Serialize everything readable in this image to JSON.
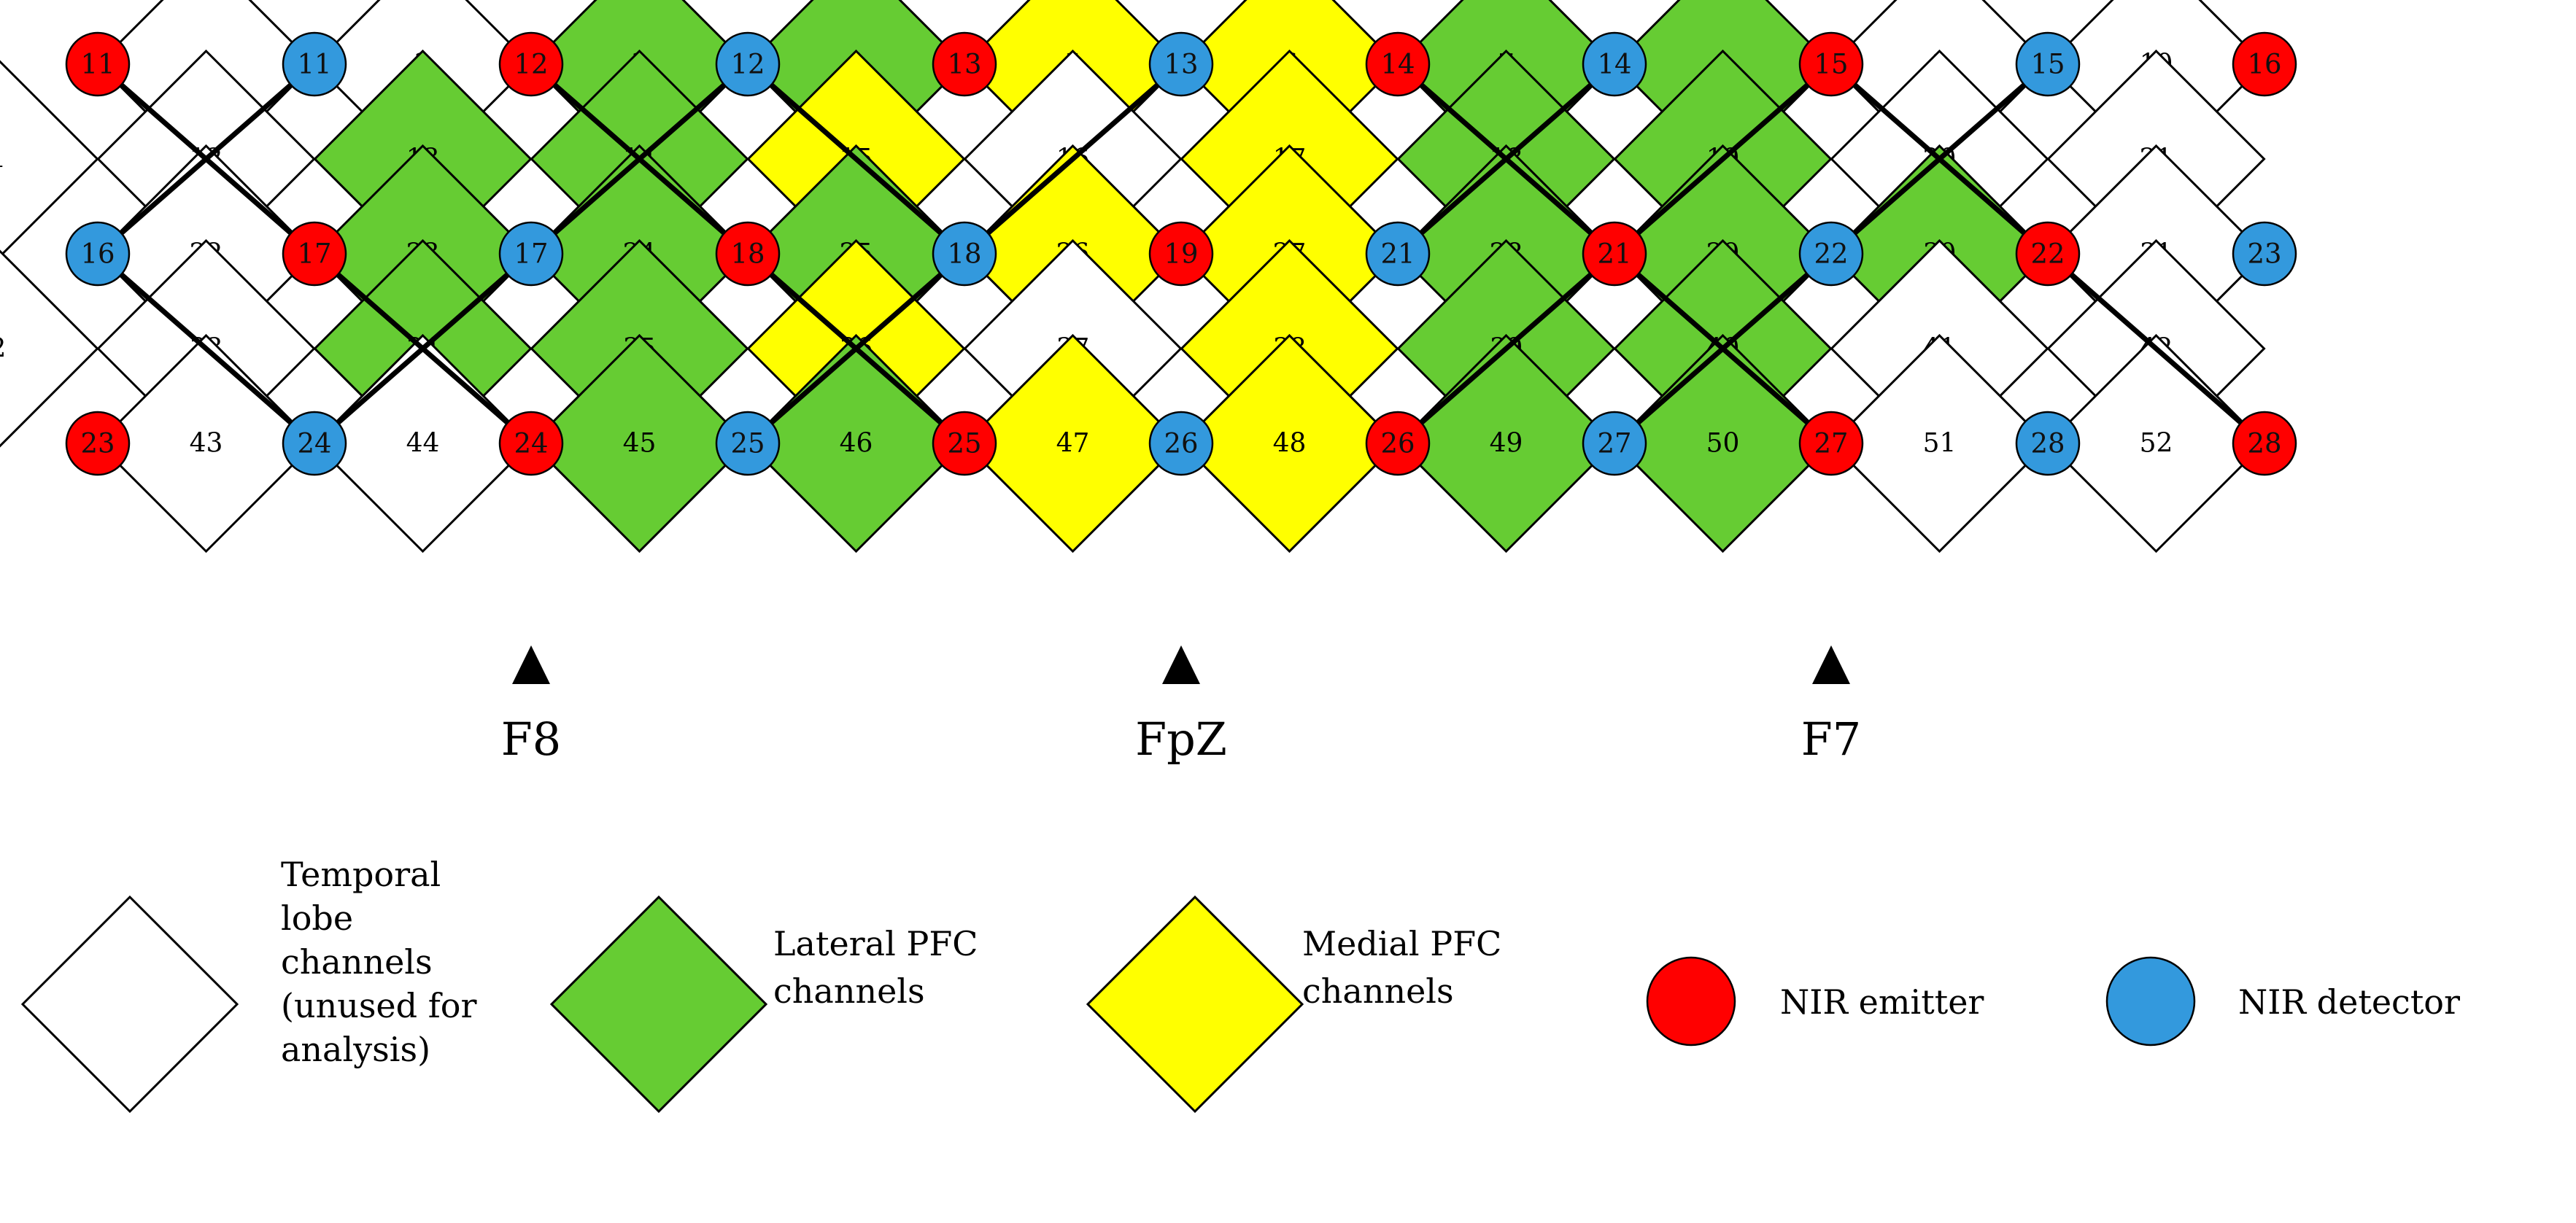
{
  "colors": {
    "temporal": "#ffffff",
    "lateral": "#66cc33",
    "medial": "#ffff00",
    "emitter": "#ff0000",
    "detector": "#3399dd",
    "outline": "#000000"
  },
  "top_row": [
    {
      "t": "e",
      "n": "11"
    },
    {
      "t": "d",
      "n": "11"
    },
    {
      "t": "e",
      "n": "12"
    },
    {
      "t": "d",
      "n": "12"
    },
    {
      "t": "e",
      "n": "13"
    },
    {
      "t": "d",
      "n": "13"
    },
    {
      "t": "e",
      "n": "14"
    },
    {
      "t": "d",
      "n": "14"
    },
    {
      "t": "e",
      "n": "15"
    },
    {
      "t": "d",
      "n": "15"
    },
    {
      "t": "e",
      "n": "16"
    }
  ],
  "middle_row": [
    {
      "t": "d",
      "n": "16"
    },
    {
      "t": "e",
      "n": "17"
    },
    {
      "t": "d",
      "n": "17"
    },
    {
      "t": "e",
      "n": "18"
    },
    {
      "t": "d",
      "n": "18"
    },
    {
      "t": "e",
      "n": "19"
    },
    {
      "t": "d",
      "n": "21"
    },
    {
      "t": "e",
      "n": "21"
    },
    {
      "t": "d",
      "n": "22"
    },
    {
      "t": "e",
      "n": "22"
    },
    {
      "t": "d",
      "n": "23"
    }
  ],
  "bottom_row": [
    {
      "t": "e",
      "n": "23"
    },
    {
      "t": "d",
      "n": "24"
    },
    {
      "t": "e",
      "n": "24"
    },
    {
      "t": "d",
      "n": "25"
    },
    {
      "t": "e",
      "n": "25"
    },
    {
      "t": "d",
      "n": "26"
    },
    {
      "t": "e",
      "n": "26"
    },
    {
      "t": "d",
      "n": "27"
    },
    {
      "t": "e",
      "n": "27"
    },
    {
      "t": "d",
      "n": "28"
    },
    {
      "t": "e",
      "n": "28"
    }
  ],
  "channel_rows": [
    {
      "labels": [
        "1",
        "2",
        "3",
        "4",
        "5",
        "6",
        "7",
        "8",
        "9",
        "10"
      ],
      "types": [
        "temporal",
        "temporal",
        "lateral",
        "lateral",
        "medial",
        "medial",
        "lateral",
        "lateral",
        "temporal",
        "temporal"
      ]
    },
    {
      "labels": [
        "11",
        "12",
        "13",
        "14",
        "15",
        "16",
        "17",
        "18",
        "19",
        "20",
        "21"
      ],
      "types": [
        "temporal",
        "temporal",
        "lateral",
        "lateral",
        "medial",
        "temporal",
        "medial",
        "lateral",
        "lateral",
        "temporal",
        "temporal"
      ]
    },
    {
      "labels": [
        "22",
        "23",
        "24",
        "25",
        "26",
        "27",
        "28",
        "29",
        "30",
        "31"
      ],
      "types": [
        "temporal",
        "lateral",
        "lateral",
        "lateral",
        "medial",
        "medial",
        "lateral",
        "lateral",
        "lateral",
        "temporal"
      ]
    },
    {
      "labels": [
        "32",
        "33",
        "34",
        "35",
        "36",
        "37",
        "38",
        "39",
        "40",
        "41",
        "42"
      ],
      "types": [
        "temporal",
        "temporal",
        "lateral",
        "lateral",
        "medial",
        "temporal",
        "medial",
        "lateral",
        "lateral",
        "temporal",
        "temporal"
      ]
    },
    {
      "labels": [
        "43",
        "44",
        "45",
        "46",
        "47",
        "48",
        "49",
        "50",
        "51",
        "52"
      ],
      "types": [
        "temporal",
        "temporal",
        "lateral",
        "lateral",
        "medial",
        "medial",
        "lateral",
        "lateral",
        "temporal",
        "temporal"
      ]
    }
  ],
  "landmarks": [
    {
      "label": "F8",
      "column": 2
    },
    {
      "label": "FpZ",
      "column": 5
    },
    {
      "label": "F7",
      "column": 8
    }
  ],
  "legend": {
    "temporal_lines": [
      "Temporal",
      "lobe",
      "channels",
      "(unused for",
      "analysis)"
    ],
    "lateral_lines": [
      "Lateral PFC",
      "channels"
    ],
    "medial_lines": [
      "Medial PFC",
      "channels"
    ],
    "emitter_label": "NIR emitter",
    "detector_label": "NIR detector"
  }
}
